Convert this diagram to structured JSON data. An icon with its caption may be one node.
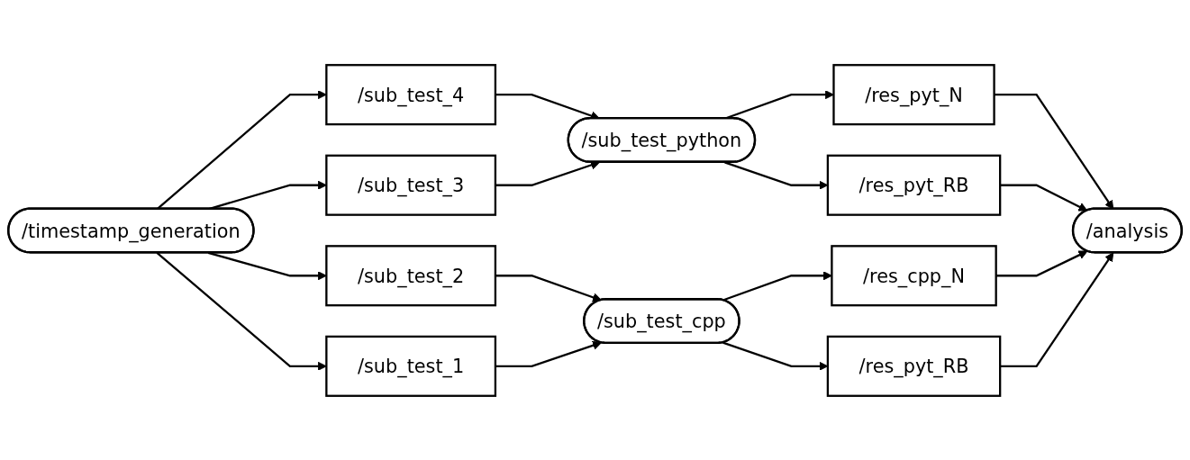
{
  "diagram": {
    "nodes": [
      {
        "text": [
          "/timestamp_generation"
        ]
      },
      {
        "text": [
          "/sub_test_4"
        ]
      },
      {
        "text": [
          "/sub_test_3"
        ]
      },
      {
        "text": [
          "/sub_test_2"
        ]
      },
      {
        "text": [
          "/sub_test_1"
        ]
      },
      {
        "text": [
          "/sub_test_python"
        ]
      },
      {
        "text": [
          "/sub_test_cpp"
        ]
      },
      {
        "text": [
          "/res_pyt_N"
        ]
      },
      {
        "text": [
          "/res_pyt_RB"
        ]
      },
      {
        "text": [
          "/res_cpp_N"
        ]
      },
      {
        "text": [
          "/res_pyt_RB"
        ]
      },
      {
        "text": [
          "/analysis"
        ]
      }
    ],
    "edges": [
      {
        "from": 0,
        "to": 1,
        "arrow": "to"
      },
      {
        "from": 0,
        "to": 2,
        "arrow": "to"
      },
      {
        "from": 0,
        "to": 3,
        "arrow": "to"
      },
      {
        "from": 0,
        "to": 4,
        "arrow": "to"
      },
      {
        "from": 1,
        "to": 5,
        "arrow": "to"
      },
      {
        "from": 2,
        "to": 5,
        "arrow": "to"
      },
      {
        "from": 3,
        "to": 6,
        "arrow": "to"
      },
      {
        "from": 4,
        "to": 6,
        "arrow": "to"
      },
      {
        "from": 5,
        "to": 7,
        "arrow": "to"
      },
      {
        "from": 5,
        "to": 8,
        "arrow": "to"
      },
      {
        "from": 6,
        "to": 9,
        "arrow": "to"
      },
      {
        "from": 6,
        "to": 10,
        "arrow": "to"
      },
      {
        "from": 7,
        "to": 11,
        "arrow": "to"
      },
      {
        "from": 8,
        "to": 11,
        "arrow": "to"
      },
      {
        "from": 9,
        "to": 11,
        "arrow": "to"
      },
      {
        "from": 10,
        "to": 11,
        "arrow": "to"
      }
    ]
  }
}
